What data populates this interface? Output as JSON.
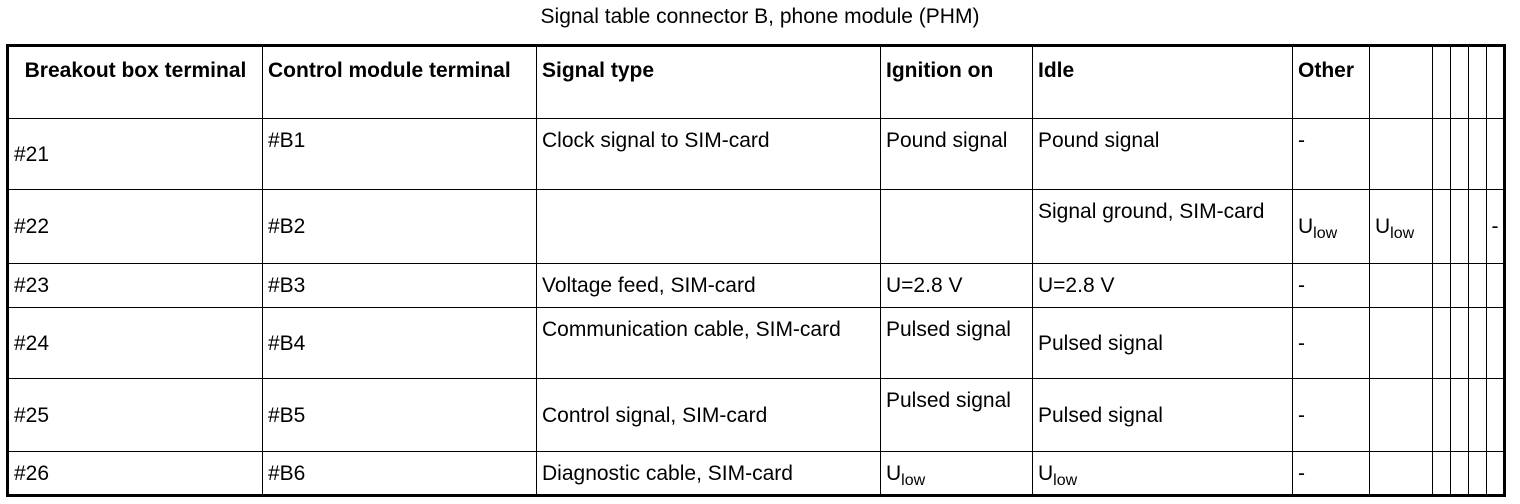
{
  "caption": "Signal table connector B, phone module (PHM)",
  "headers": {
    "breakout": "Breakout box terminal",
    "control": "Control module terminal",
    "signal_type": "Signal type",
    "ignition_on": "Ignition on",
    "idle": "Idle",
    "other": "Other"
  },
  "rows": [
    {
      "breakout": "#21",
      "control": "#B1",
      "signal_type": "Clock signal to SIM-card",
      "ignition_on": "Pound signal",
      "idle": "Pound signal",
      "other": "-"
    },
    {
      "breakout": "#22",
      "control": "#B2",
      "signal_type": "",
      "ignition_on": "",
      "idle": "Signal ground, SIM-card",
      "other_base": "U",
      "other_sub": "low",
      "extra_base": "U",
      "extra_sub": "low",
      "edge": "-"
    },
    {
      "breakout": "#23",
      "control": "#B3",
      "signal_type": "Voltage feed, SIM-card",
      "ignition_on": "U=2.8 V",
      "idle": "U=2.8 V",
      "other": "-"
    },
    {
      "breakout": "#24",
      "control": "#B4",
      "signal_type": "Communication cable, SIM-card",
      "ignition_on": "Pulsed signal",
      "idle": "Pulsed signal",
      "other": "-"
    },
    {
      "breakout": "#25",
      "control": "#B5",
      "signal_type": "Control signal, SIM-card",
      "ignition_on": "Pulsed signal",
      "idle": "Pulsed signal",
      "other": "-"
    },
    {
      "breakout": "#26",
      "control": "#B6",
      "signal_type": "Diagnostic cable, SIM-card",
      "ignition_on_base": "U",
      "ignition_on_sub": "low",
      "idle_base": "U",
      "idle_sub": "low",
      "other": "-"
    }
  ]
}
